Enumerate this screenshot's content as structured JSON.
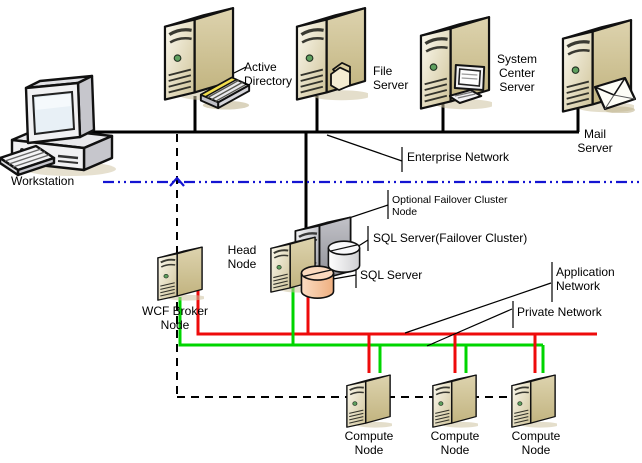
{
  "diagram": {
    "nodes": {
      "workstation": {
        "label": "Workstation"
      },
      "active_directory": {
        "label": "Active\nDirectory"
      },
      "file_server": {
        "label": "File\nServer"
      },
      "system_center_server": {
        "label": "System\nCenter\nServer"
      },
      "mail_server": {
        "label": "Mail\nServer"
      },
      "head_node": {
        "label": "Head\nNode"
      },
      "wcf_broker_node": {
        "label": "WCF Broker\nNode"
      },
      "optional_failover_cluster_node": {
        "label": "Optional Failover Cluster\nNode"
      },
      "sql_server_failover_cluster": {
        "label": "SQL Server(Failover Cluster)"
      },
      "sql_server": {
        "label": "SQL Server"
      },
      "compute_nodes": [
        {
          "label": "Compute\nNode"
        },
        {
          "label": "Compute\nNode"
        },
        {
          "label": "Compute\nNode"
        }
      ]
    },
    "networks": {
      "enterprise": {
        "label": "Enterprise Network",
        "color": "#000000"
      },
      "application": {
        "label": "Application\nNetwork",
        "color": "#EE0B0B"
      },
      "private": {
        "label": "Private Network",
        "color": "#00D500"
      },
      "cluster_boundary": {
        "color": "#1414D2",
        "style": "dash-dot-dot"
      }
    }
  }
}
